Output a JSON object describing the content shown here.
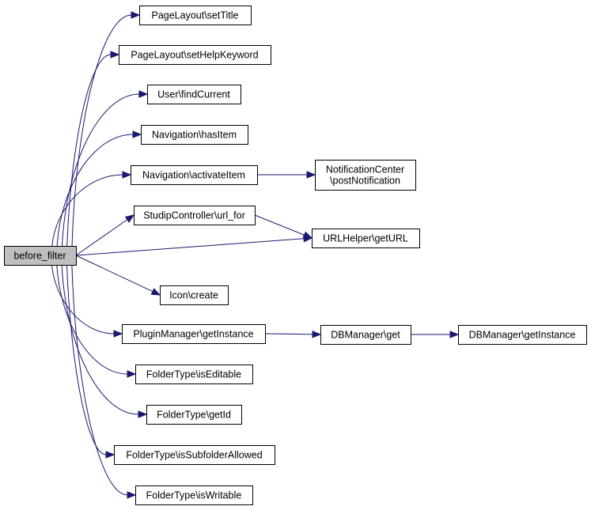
{
  "diagram": {
    "nodes": [
      {
        "id": "before_filter",
        "lines": [
          "before_filter"
        ],
        "root": true
      },
      {
        "id": "setTitle",
        "lines": [
          "PageLayout\\setTitle"
        ]
      },
      {
        "id": "setHelpKeyword",
        "lines": [
          "PageLayout\\setHelpKeyword"
        ]
      },
      {
        "id": "findCurrent",
        "lines": [
          "User\\findCurrent"
        ]
      },
      {
        "id": "hasItem",
        "lines": [
          "Navigation\\hasItem"
        ]
      },
      {
        "id": "activateItem",
        "lines": [
          "Navigation\\activateItem"
        ]
      },
      {
        "id": "postNotification",
        "lines": [
          "NotificationCenter",
          "\\postNotification"
        ]
      },
      {
        "id": "url_for",
        "lines": [
          "StudipController\\url_for"
        ]
      },
      {
        "id": "getURL",
        "lines": [
          "URLHelper\\getURL"
        ]
      },
      {
        "id": "iconCreate",
        "lines": [
          "Icon\\create"
        ]
      },
      {
        "id": "pmGetInstance",
        "lines": [
          "PluginManager\\getInstance"
        ]
      },
      {
        "id": "dbGet",
        "lines": [
          "DBManager\\get"
        ]
      },
      {
        "id": "dbGetInstance",
        "lines": [
          "DBManager\\getInstance"
        ]
      },
      {
        "id": "isEditable",
        "lines": [
          "FolderType\\isEditable"
        ]
      },
      {
        "id": "getId",
        "lines": [
          "FolderType\\getId"
        ]
      },
      {
        "id": "isSubfolderAllowed",
        "lines": [
          "FolderType\\isSubfolderAllowed"
        ]
      },
      {
        "id": "isWritable",
        "lines": [
          "FolderType\\isWritable"
        ]
      }
    ],
    "edges": [
      {
        "from": "before_filter",
        "to": "setTitle"
      },
      {
        "from": "before_filter",
        "to": "setHelpKeyword"
      },
      {
        "from": "before_filter",
        "to": "findCurrent"
      },
      {
        "from": "before_filter",
        "to": "hasItem"
      },
      {
        "from": "before_filter",
        "to": "activateItem"
      },
      {
        "from": "before_filter",
        "to": "url_for"
      },
      {
        "from": "before_filter",
        "to": "getURL"
      },
      {
        "from": "before_filter",
        "to": "iconCreate"
      },
      {
        "from": "before_filter",
        "to": "pmGetInstance"
      },
      {
        "from": "before_filter",
        "to": "isEditable"
      },
      {
        "from": "before_filter",
        "to": "getId"
      },
      {
        "from": "before_filter",
        "to": "isSubfolderAllowed"
      },
      {
        "from": "before_filter",
        "to": "isWritable"
      },
      {
        "from": "activateItem",
        "to": "postNotification"
      },
      {
        "from": "url_for",
        "to": "getURL"
      },
      {
        "from": "pmGetInstance",
        "to": "dbGet"
      },
      {
        "from": "dbGet",
        "to": "dbGetInstance"
      }
    ],
    "colors": {
      "edge": "#191970",
      "root_fill": "#bfbfbf",
      "node_fill": "#ffffff",
      "border": "#000000"
    }
  }
}
